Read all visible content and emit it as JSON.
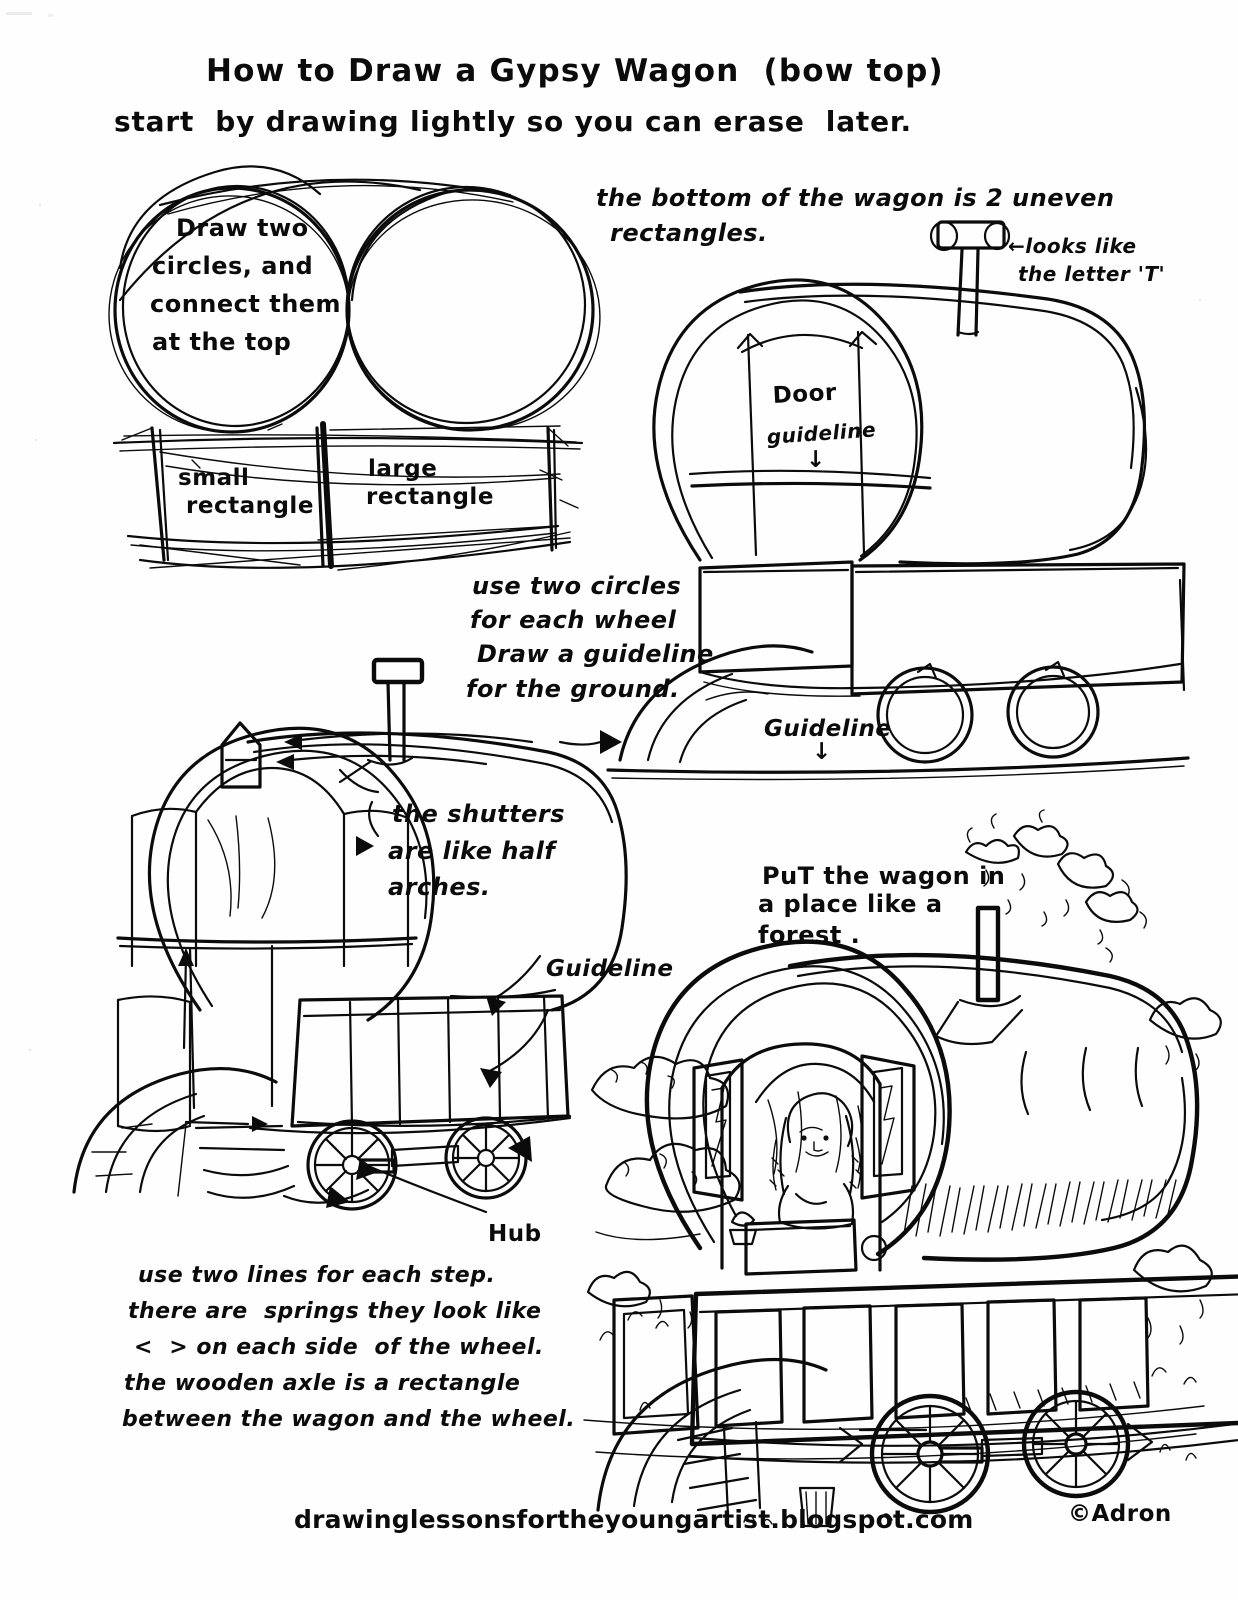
{
  "worksheet": {
    "title": "How to Draw a Gypsy Wagon  (bow top)",
    "subtitle": "start  by drawing lightly so you can erase  later.",
    "footer_url": "drawinglessonsfortheyoungartist.blogspot.com",
    "copyright": "©Adron",
    "background_color": "#fefefe",
    "ink_color": "#0b0b0b"
  },
  "panels": {
    "step1": {
      "name": "circles-and-rectangles",
      "instruction_line1": "Draw two",
      "instruction_line2": "circles, and",
      "instruction_line3": "connect them",
      "instruction_line4": "at the top",
      "label_small_l1": "small",
      "label_small_l2": "rectangle",
      "label_large_l1": "large",
      "label_large_l2": "rectangle"
    },
    "step2": {
      "name": "bottom-rectangles-and-wheels",
      "note_line1": "the bottom of the wagon is 2 uneven",
      "note_line2": "rectangles.",
      "chimney_note_line1": "←looks like",
      "chimney_note_line2": "the letter 'T'",
      "door_label": "Door",
      "door_guideline_label": "guideline",
      "door_guideline_arrow": "↓",
      "wheel_note_line1": "use two circles",
      "wheel_note_line2": "for each wheel",
      "wheel_note_line3": "Draw a guideline",
      "wheel_note_line4": "for the ground.",
      "ground_guideline_label": "Guideline",
      "ground_guideline_arrow": "↓"
    },
    "step3": {
      "name": "shutters-steps-and-hub",
      "shutter_note_line1": "the shutters",
      "shutter_note_line2": "are like half",
      "shutter_note_line3": "arches.",
      "guideline_label": "Guideline",
      "hub_label": "Hub",
      "tip_line1": "use two lines for each step.",
      "tip_line2": "there are  springs they look like",
      "tip_line3": "<  > on each side  of the wheel.",
      "tip_line4": "the wooden axle is a rectangle",
      "tip_line5": "between the wagon and the wheel."
    },
    "step4": {
      "name": "finished-wagon-in-forest",
      "note_line1": "PuT the wagon in",
      "note_line2": "a place like a",
      "note_line3": "forest ."
    }
  }
}
